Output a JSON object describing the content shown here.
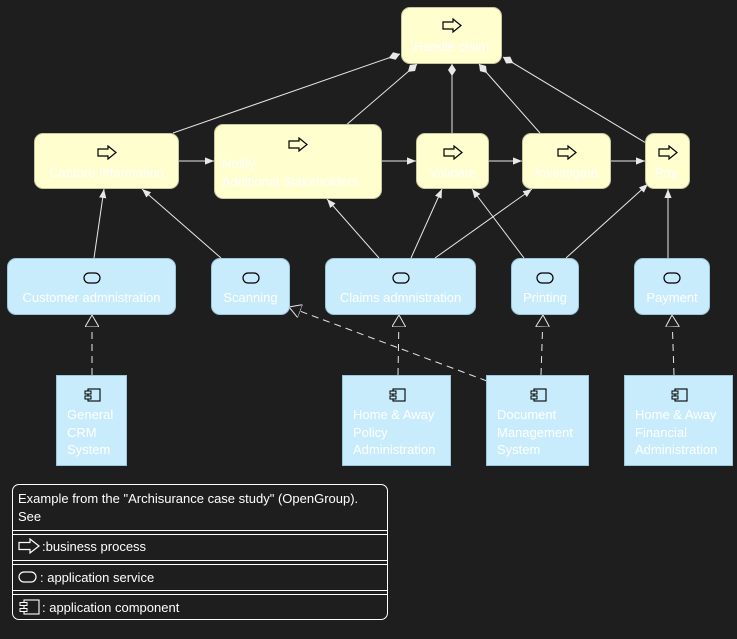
{
  "colors": {
    "process": "#fefece",
    "application": "#c8ecfc",
    "background": "#1e1e1e",
    "line": "#e8e8e8"
  },
  "processes": {
    "root": {
      "label": "Handle claim",
      "icon": "process-arrow-icon"
    },
    "capture": {
      "label": "Capture Information",
      "icon": "process-arrow-icon"
    },
    "notify": {
      "line1": "Notify",
      "line2": "Additional Stakeholders",
      "icon": "process-arrow-icon"
    },
    "validate": {
      "label": "Validate",
      "icon": "process-arrow-icon"
    },
    "investigate": {
      "label": "Investigate",
      "icon": "process-arrow-icon"
    },
    "pay": {
      "label": "Pay",
      "icon": "process-arrow-icon"
    }
  },
  "services": {
    "customer_admin": {
      "label": "Customer admnistration",
      "icon": "application-service-icon"
    },
    "scanning": {
      "label": "Scanning",
      "icon": "application-service-icon"
    },
    "claims_admin": {
      "label": "Claims admnistration",
      "icon": "application-service-icon"
    },
    "printing": {
      "label": "Printing",
      "icon": "application-service-icon"
    },
    "payment": {
      "label": "Payment",
      "icon": "application-service-icon"
    }
  },
  "components": {
    "crm": {
      "label": "General\nCRM\nSystem",
      "icon": "application-component-icon"
    },
    "policy": {
      "label": "Home & Away\nPolicy\nAdministration",
      "icon": "application-component-icon"
    },
    "docmgmt": {
      "label": "Document\nManagement\nSystem",
      "icon": "application-component-icon"
    },
    "financial": {
      "label": "Home & Away\nFinancial\nAdministration",
      "icon": "application-component-icon"
    }
  },
  "legend": {
    "header_line1": "Example from the \"Archisurance case study\" (OpenGroup).",
    "header_line2": "See",
    "process": ":business process",
    "service": ": application service",
    "component": ": application component"
  }
}
